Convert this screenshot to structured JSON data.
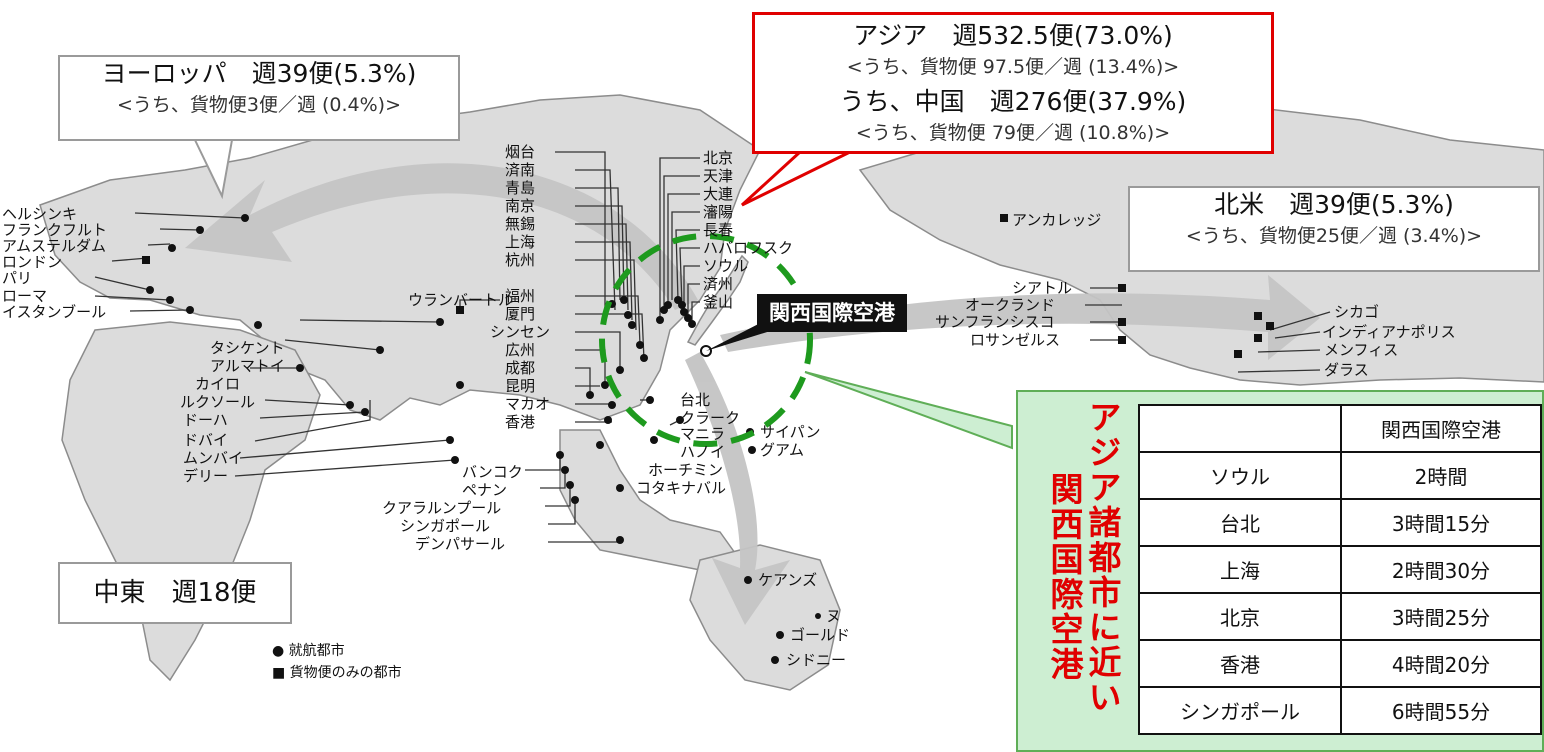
{
  "callouts": {
    "europe": {
      "line1": "ヨーロッパ　週39便(5.3%)",
      "line2": "<うち、貨物便3便／週 (0.4%)>"
    },
    "asia": {
      "line1": "アジア　週532.5便(73.0%)",
      "line2": "<うち、貨物便 97.5便／週 (13.4%)>",
      "line3": "うち、中国　週276便(37.9%)",
      "line4": "<うち、貨物便 79便／週 (10.8%)>"
    },
    "north_america": {
      "line1": "北米　週39便(5.3%)",
      "line2": "<うち、貨物便25便／週 (3.4%)>"
    },
    "middle_east": {
      "line1": "中東　週18便"
    }
  },
  "hub_label": "関西国際空港",
  "cities": {
    "helsinki": "ヘルシンキ",
    "frankfurt": "フランクフルト",
    "amsterdam": "アムステルダム",
    "london": "ロンドン",
    "paris": "パリ",
    "rome": "ローマ",
    "istanbul": "イスタンブール",
    "tashkent": "タシケント",
    "almaty": "アルマトイ",
    "cairo": "カイロ",
    "luxor": "ルクソール",
    "doha": "ドーハ",
    "dubai": "ドバイ",
    "mumbai": "ムンバイ",
    "delhi": "デリー",
    "ulaanbaatar": "ウランバートル",
    "yantai": "烟台",
    "jinan": "済南",
    "qingdao": "青島",
    "nanjing": "南京",
    "wuxi": "無錫",
    "shanghai": "上海",
    "hangzhou": "杭州",
    "fuzhou": "福州",
    "xiamen": "厦門",
    "shenzhen": "シンセン",
    "guangzhou": "広州",
    "chengdu": "成都",
    "kunming": "昆明",
    "macau": "マカオ",
    "hongkong": "香港",
    "beijing": "北京",
    "tianjin": "天津",
    "dalian": "大連",
    "shenyang": "瀋陽",
    "changchun": "長春",
    "khabarovsk": "ハバロフスク",
    "seoul": "ソウル",
    "jeju": "済州",
    "busan": "釜山",
    "taipei": "台北",
    "clark": "クラーク",
    "manila": "マニラ",
    "hanoi": "ハノイ",
    "hochiminh": "ホーチミン",
    "kotakinabalu": "コタキナバル",
    "saipan": "サイパン",
    "guam": "グアム",
    "bangkok": "バンコク",
    "penang": "ペナン",
    "kualalumpur": "クアラルンプール",
    "singapore": "シンガポール",
    "denpasar": "デンパサール",
    "cairns": "ケアンズ",
    "noumea": "ヌ",
    "goldcoast": "ゴールド",
    "sydney": "シドニー",
    "anchorage": "アンカレッジ",
    "seattle": "シアトル",
    "oakland": "オークランド",
    "sanfrancisco": "サンフランシスコ",
    "losangeles": "ロサンゼルス",
    "chicago": "シカゴ",
    "indianapolis": "インディアナポリス",
    "memphis": "メンフィス",
    "dallas": "ダラス"
  },
  "legend": {
    "passenger": "● 就航都市",
    "cargo": "■ 貨物便のみの都市"
  },
  "side_panel": {
    "title_line1": "アジア諸都市に近い",
    "title_line2": "関西国際空港",
    "header": [
      "",
      "関西国際空港"
    ],
    "rows": [
      [
        "ソウル",
        "2時間"
      ],
      [
        "台北",
        "3時間15分"
      ],
      [
        "上海",
        "2時間30分"
      ],
      [
        "北京",
        "3時間25分"
      ],
      [
        "香港",
        "4時間20分"
      ],
      [
        "シンガポール",
        "6時間55分"
      ]
    ]
  },
  "colors": {
    "highlight_red": "#e00000",
    "panel_green": "#cdeed2",
    "circle_green": "#1e9a1e",
    "land_gray": "#dcdcdc"
  }
}
